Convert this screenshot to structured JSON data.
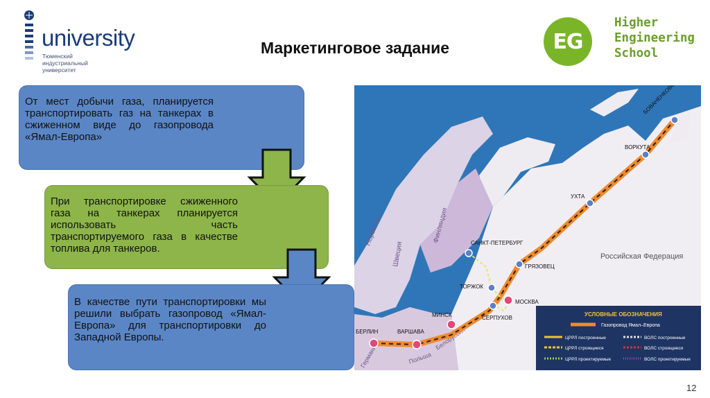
{
  "logos": {
    "university": {
      "name": "university",
      "subtitle": "Тюменский индустриальный университет"
    },
    "school": {
      "mark": "EG",
      "line1": "Higher",
      "line2": "Engineering",
      "line3": "School"
    }
  },
  "title": "Маркетинговое задание",
  "steps": [
    {
      "text": "От мест добычи газа, планируется транспортировать газ на танкерах в сжиженном виде до газопровода «Ямал-Европа»"
    },
    {
      "text": "При транспортировке сжиженного газа на танкерах планируется использовать часть транспортируемого газа в качестве топлива для танкеров."
    },
    {
      "text": "В качестве пути транспортировки мы решили выбрать газопровод «Ямал-Европа» для транспортировки до Западной Европы."
    }
  ],
  "map": {
    "country": "Российская Федерация",
    "regions": [
      "Норвегия",
      "Швеция",
      "Финляндия",
      "Германия",
      "Польша",
      "Белоруссия"
    ],
    "cities": [
      "БОВАНЕНКОВСКОЕ",
      "ВОРКУТА",
      "УХТА",
      "ГРЯЗОВЕЦ",
      "САНКТ-ПЕТЕРБУРГ",
      "ТОРЖОК",
      "МОСКВА",
      "СЕРПУХОВ",
      "МИНСК",
      "ВАРШАВА",
      "БЕРЛИН"
    ],
    "legend": {
      "title": "УСЛОВНЫЕ ОБОЗНАЧЕНИЯ",
      "pipeline": "Газопровод Ямал–Европа",
      "built": "ЦРРЛ построенные",
      "building": "ЦРРЛ строящиеся",
      "planned": "ЦРРЛ проектируемые",
      "fiber_built": "ВОЛС построенные",
      "fiber_building": "ВОЛС строящиеся",
      "fiber_planned": "ВОЛС проектируемые"
    },
    "colors": {
      "sea": "#2f76b8",
      "land": "#dcd3e6",
      "russia": "#f0eef3",
      "pipeline": "#f08a2e",
      "legend_bg": "#1e3463"
    }
  },
  "page_number": "12"
}
